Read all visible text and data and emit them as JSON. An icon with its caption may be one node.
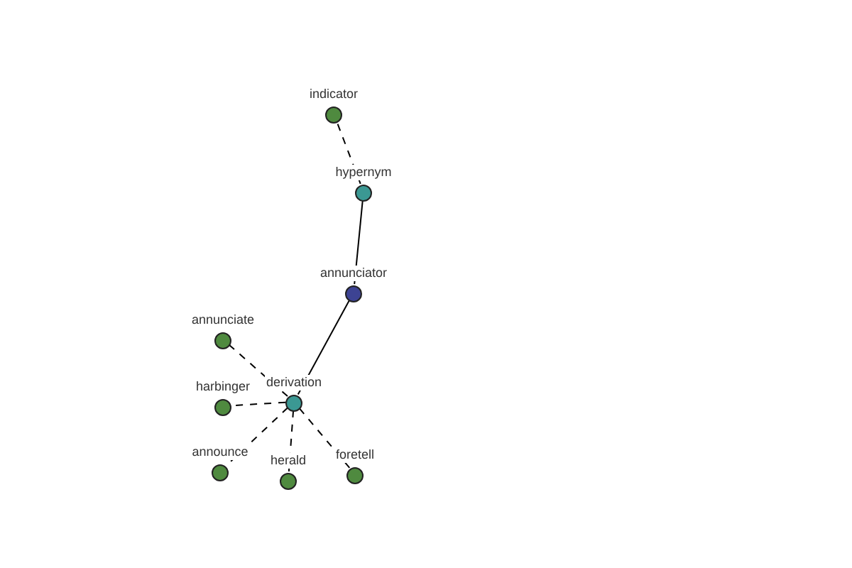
{
  "diagram": {
    "nodes": [
      {
        "text": [
          "indicator"
        ]
      },
      {
        "text": [
          "hypernym"
        ]
      },
      {
        "text": [
          "annunciator"
        ]
      },
      {
        "text": [
          "annunciate"
        ]
      },
      {
        "text": [
          "derivation"
        ]
      },
      {
        "text": [
          "harbinger"
        ]
      },
      {
        "text": [
          "announce"
        ]
      },
      {
        "text": [
          "herald"
        ]
      },
      {
        "text": [
          "foretell"
        ]
      }
    ],
    "edges": [
      {
        "from": 1,
        "to": 0,
        "arrow": "none",
        "style": "dashed"
      },
      {
        "from": 1,
        "to": 2,
        "arrow": "none"
      },
      {
        "from": 2,
        "to": 4,
        "arrow": "none"
      },
      {
        "from": 4,
        "to": 3,
        "arrow": "none",
        "style": "dashed"
      },
      {
        "from": 4,
        "to": 5,
        "arrow": "none",
        "style": "dashed"
      },
      {
        "from": 4,
        "to": 6,
        "arrow": "none",
        "style": "dashed"
      },
      {
        "from": 4,
        "to": 7,
        "arrow": "none",
        "style": "dashed"
      },
      {
        "from": 4,
        "to": 8,
        "arrow": "none",
        "style": "dashed"
      }
    ]
  }
}
